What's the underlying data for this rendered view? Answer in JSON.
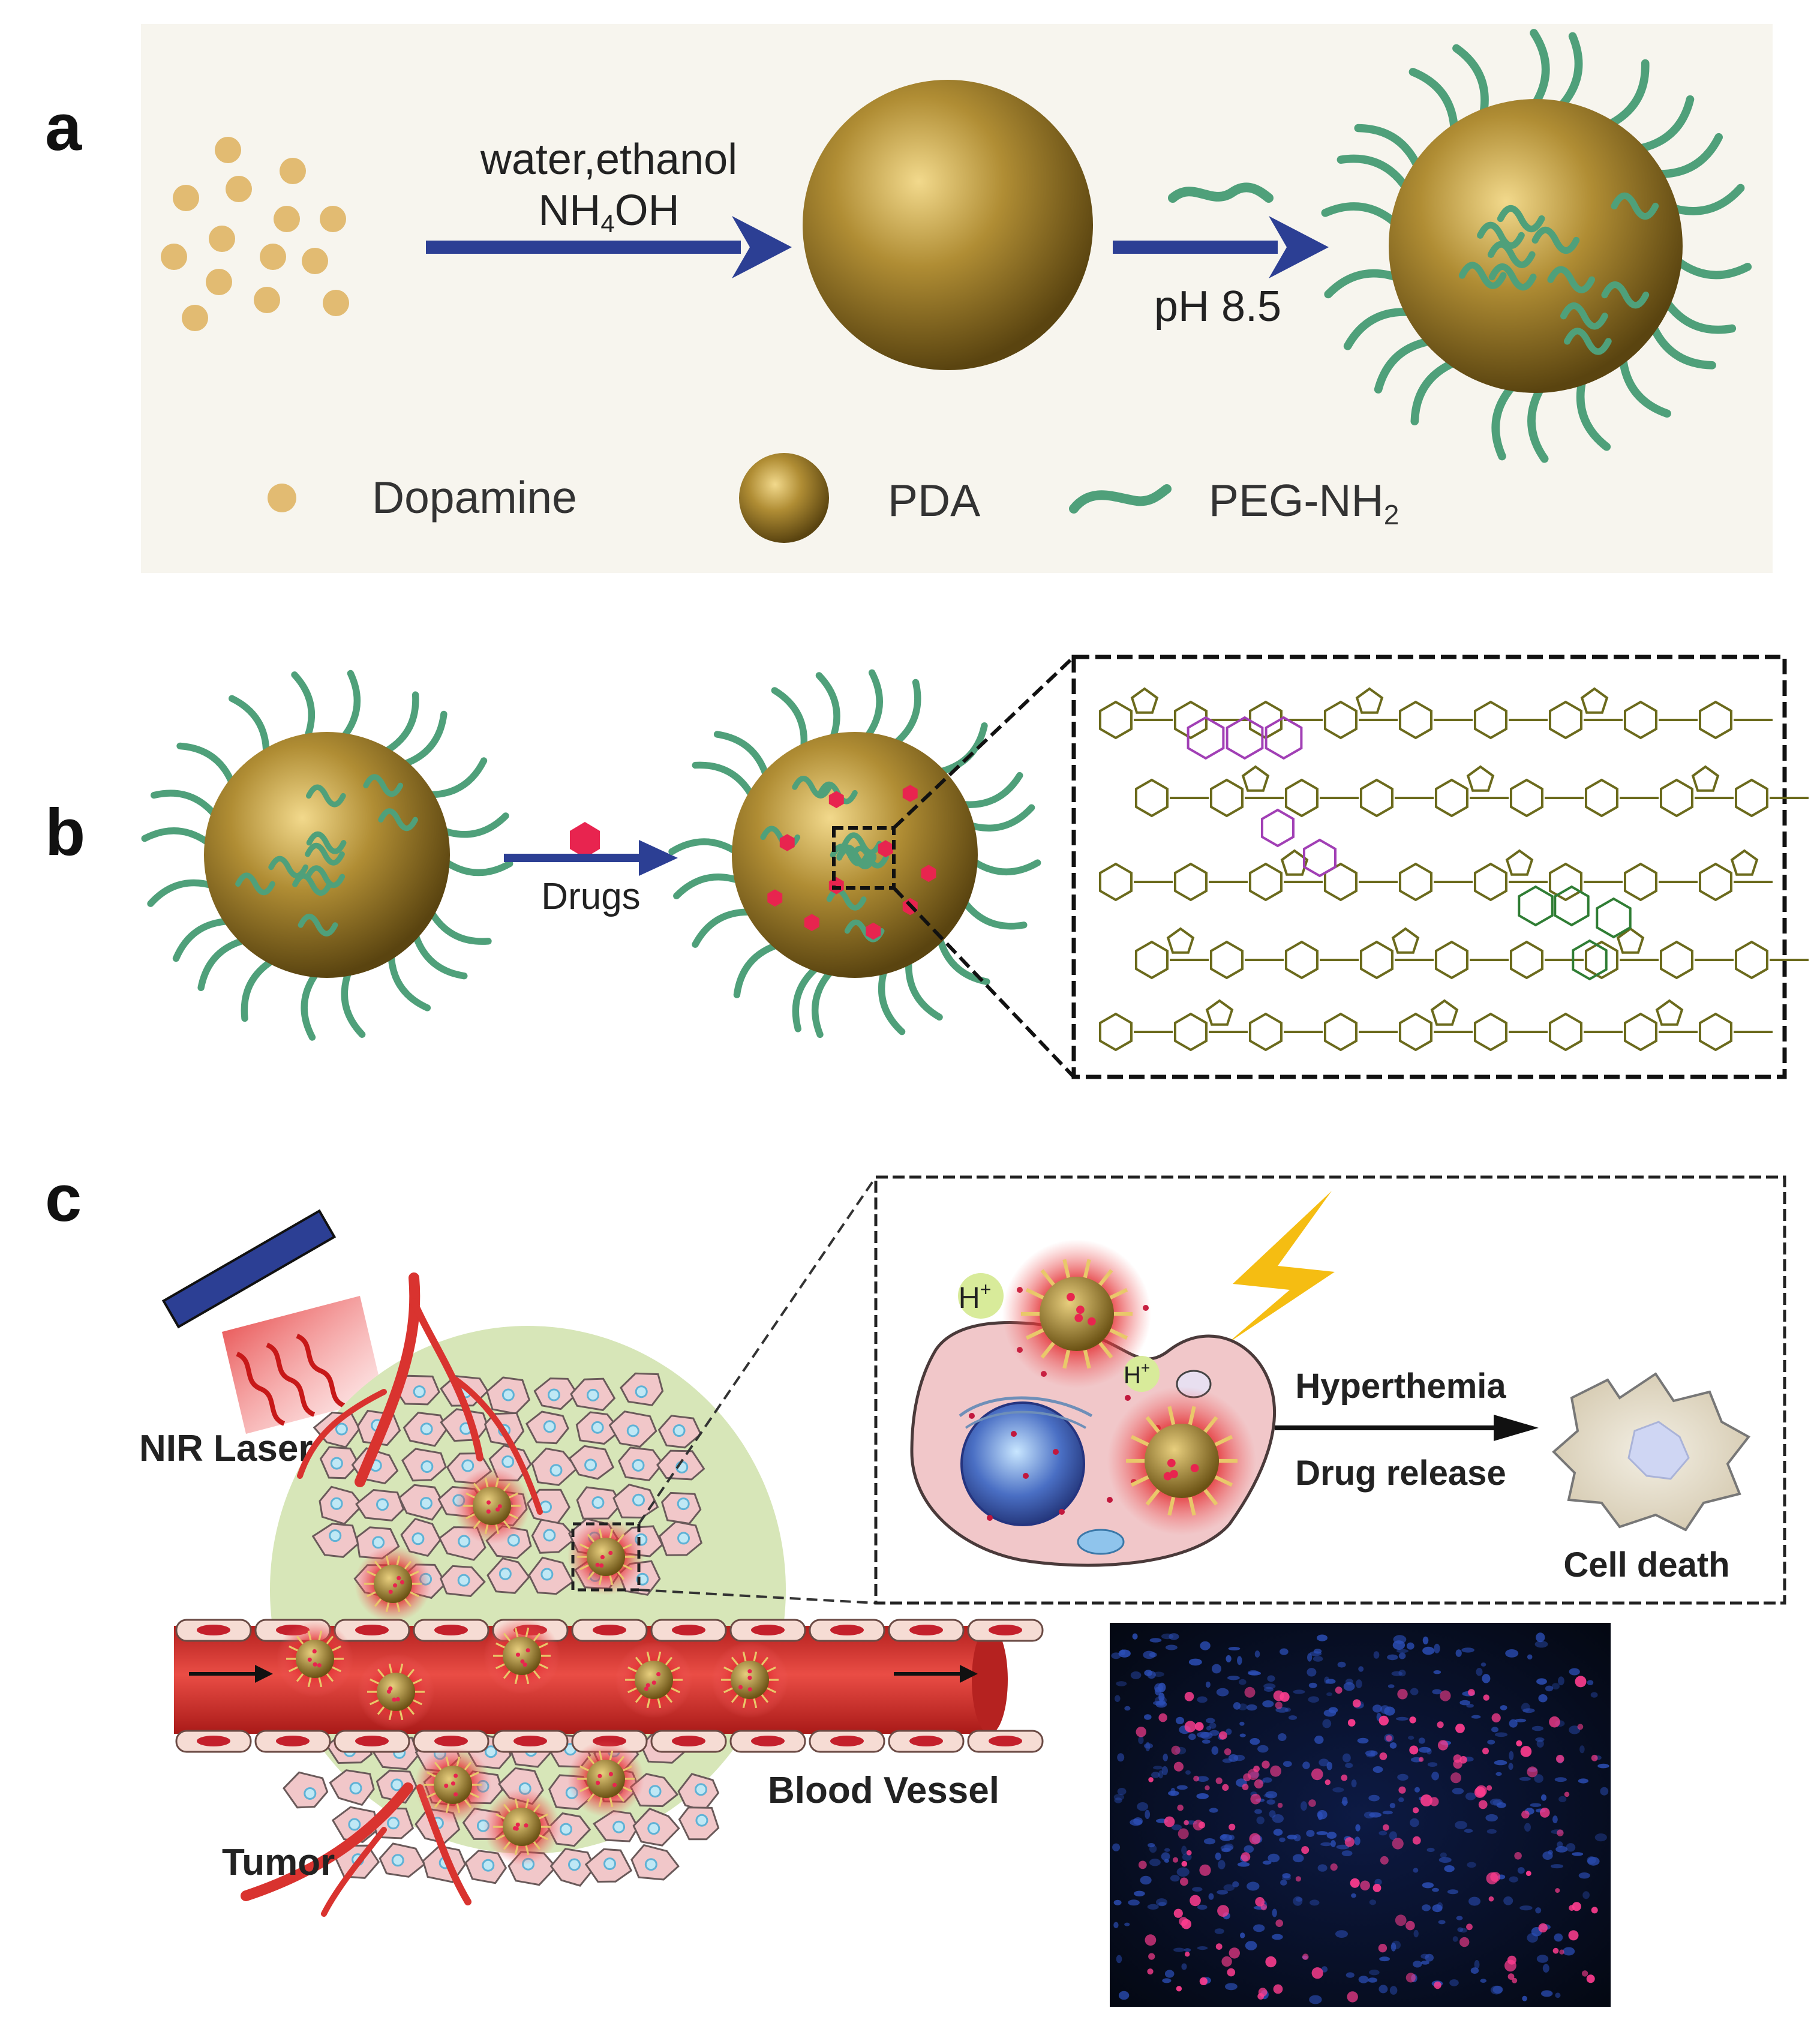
{
  "panels": {
    "a": {
      "label": "a",
      "arrow1_line1": "water,ethanol",
      "arrow1_line2": "NH",
      "arrow1_line2_sub": "4",
      "arrow1_line2_end": "OH",
      "arrow2_label": "pH 8.5",
      "legend": {
        "dopamine": "Dopamine",
        "pda": "PDA",
        "peg": "PEG-NH",
        "peg_sub": "2"
      }
    },
    "b": {
      "label": "b",
      "arrow_label": "Drugs"
    },
    "c": {
      "label": "c",
      "nir_laser": "NIR Laser",
      "tumor": "Tumor",
      "blood_vessel": "Blood Vessel",
      "proton": "H",
      "proton_sup": "+",
      "step1": "Hyperthemia",
      "step2": "Drug release",
      "cell_death": "Cell death"
    }
  },
  "colors": {
    "pda_gold": "#a07f2a",
    "peg_green": "#4fa07a",
    "dopamine_dot": "#e2bb72",
    "arrow_blue": "#2c3f94",
    "drug_red": "#e8244f",
    "vessel_red": "#d9332f",
    "tumor_green": "#d7e6b8",
    "cell_pink": "#f1c7c9"
  }
}
